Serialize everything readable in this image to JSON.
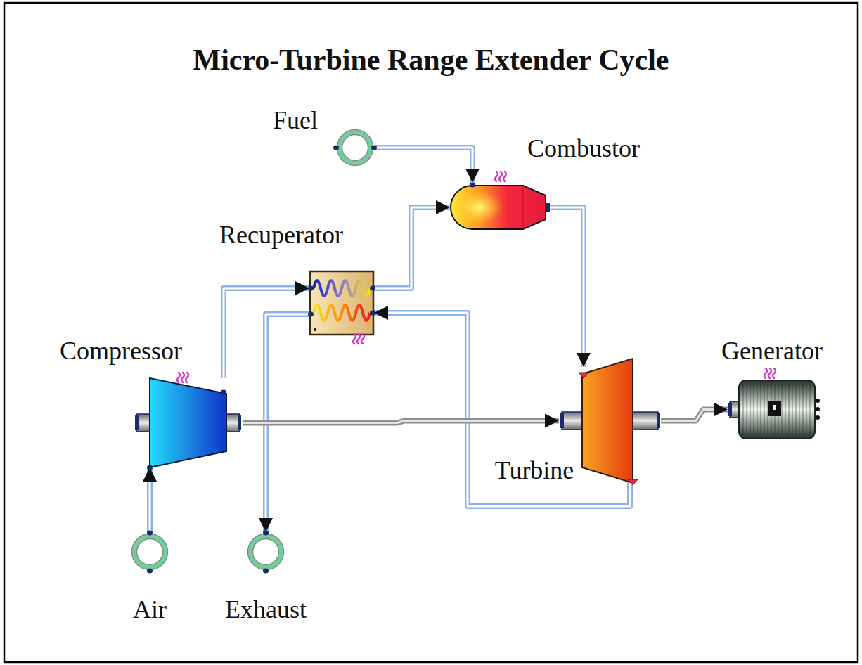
{
  "diagram": {
    "title": "Micro-Turbine Range Extender Cycle",
    "nodes": [
      {
        "text": [
          "Fuel"
        ]
      },
      {
        "text": [
          "Combustor"
        ]
      },
      {
        "text": [
          "Recuperator"
        ]
      },
      {
        "text": [
          "Compressor"
        ]
      },
      {
        "text": [
          "Generator"
        ]
      },
      {
        "text": [
          "Turbine"
        ]
      },
      {
        "text": [
          "Air"
        ]
      },
      {
        "text": [
          "Exhaust"
        ]
      }
    ],
    "edges": [
      {
        "from": 0,
        "to": 1,
        "arrow": "to"
      },
      {
        "from": 2,
        "to": 1,
        "arrow": "to"
      },
      {
        "from": 1,
        "to": 5,
        "arrow": "to"
      },
      {
        "from": 5,
        "to": 2,
        "arrow": "to"
      },
      {
        "from": 3,
        "to": 2,
        "arrow": "to"
      },
      {
        "from": 2,
        "to": 7,
        "arrow": "to"
      },
      {
        "from": 6,
        "to": 3,
        "arrow": "to"
      },
      {
        "from": 3,
        "to": 5,
        "arrow": "to"
      },
      {
        "from": 5,
        "to": 4,
        "arrow": "to"
      }
    ]
  }
}
